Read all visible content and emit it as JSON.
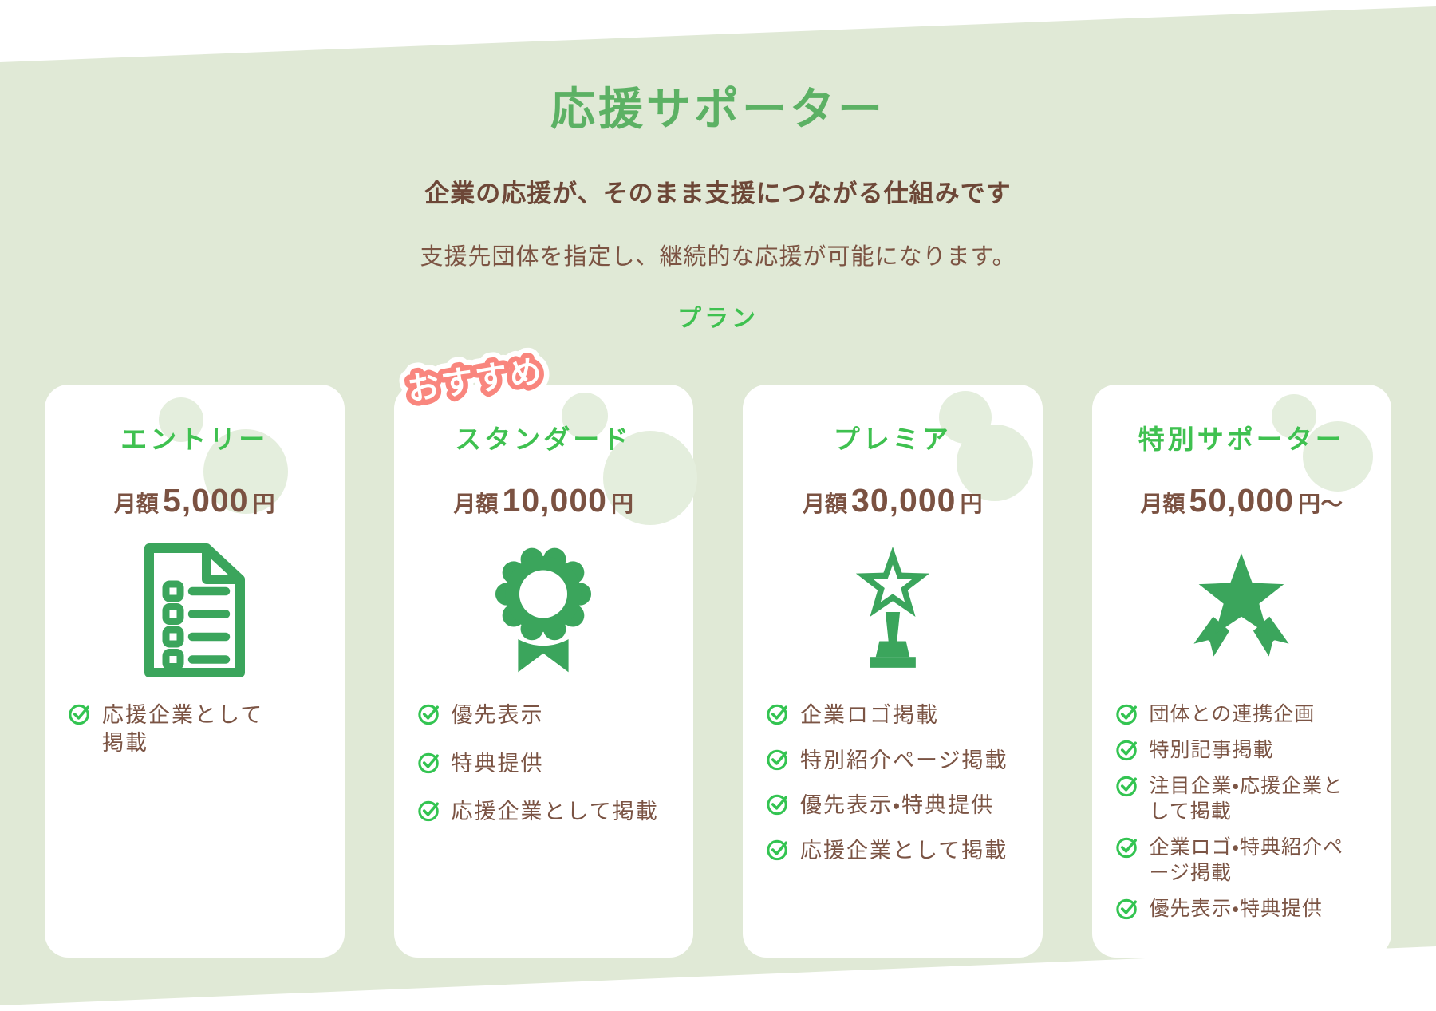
{
  "header": {
    "title": "応援サポーター",
    "subtitle_bold": "企業の応援が、そのまま支援につながる仕組みです",
    "subtitle": "支援先団体を指定し、継続的な応援が可能になります。",
    "plans_label": "プラン"
  },
  "badge": {
    "label": "おすすめ"
  },
  "colors": {
    "background_green": "#e0e9d6",
    "card_background": "#ffffff",
    "heading_green": "#5cb164",
    "plan_title_green": "#3fc150",
    "icon_green": "#3ba55c",
    "check_green": "#33c451",
    "text_brown": "#7b5444",
    "badge_salmon": "#f9867e"
  },
  "plans": [
    {
      "name": "エントリー",
      "price_prefix": "月額",
      "price_amount": "5,000",
      "price_suffix": "円",
      "icon": "checklist-document",
      "features": [
        "応援企業として掲載"
      ]
    },
    {
      "name": "スタンダード",
      "price_prefix": "月額",
      "price_amount": "10,000",
      "price_suffix": "円",
      "icon": "medal-ribbon",
      "features": [
        "優先表示",
        "特典提供",
        "応援企業として掲載"
      ]
    },
    {
      "name": "プレミア",
      "price_prefix": "月額",
      "price_amount": "30,000",
      "price_suffix": "円",
      "icon": "star-trophy",
      "features": [
        "企業ロゴ掲載",
        "特別紹介ページ掲載",
        "優先表示・特典提供",
        "応援企業として掲載"
      ]
    },
    {
      "name": "特別サポーター",
      "price_prefix": "月額",
      "price_amount": "50,000",
      "price_suffix": "円〜",
      "icon": "star-ribbon",
      "features": [
        "団体との連携企画",
        "特別記事掲載",
        "注目企業・応援企業として掲載",
        "企業ロゴ・特典紹介ページ掲載",
        "優先表示・特典提供"
      ]
    }
  ]
}
